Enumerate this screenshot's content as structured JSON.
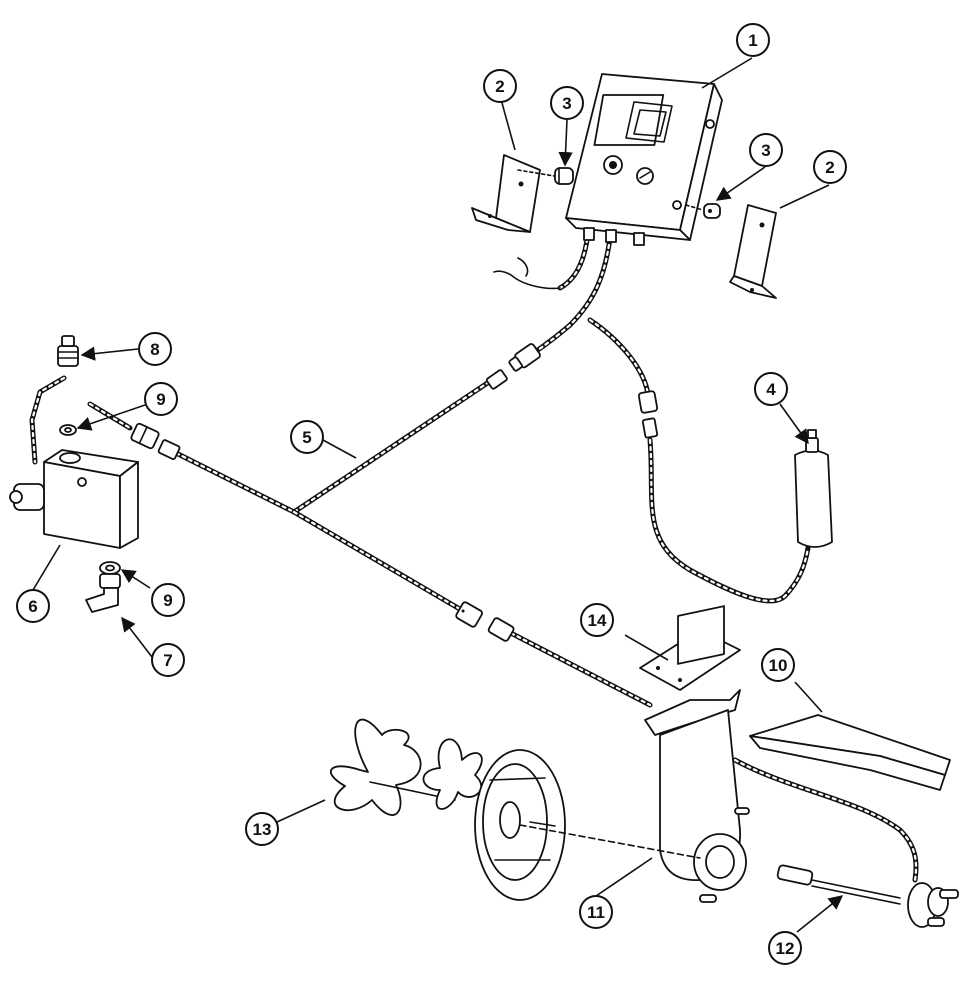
{
  "diagram": {
    "callouts": [
      "1",
      "2",
      "2",
      "3",
      "3",
      "4",
      "5",
      "6",
      "7",
      "8",
      "9",
      "9",
      "10",
      "11",
      "12",
      "13",
      "14"
    ]
  }
}
